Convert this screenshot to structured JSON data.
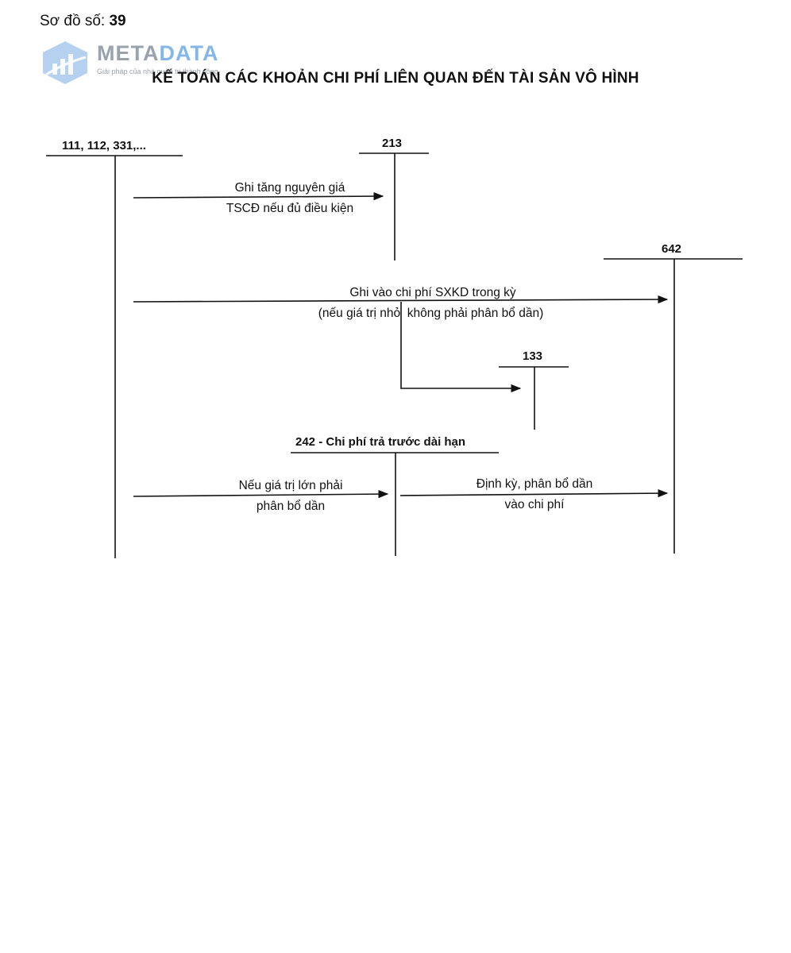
{
  "header": {
    "diagram_label": "Sơ đồ số:",
    "diagram_number": "39",
    "title": "KẾ TOÁN CÁC KHOẢN CHI PHÍ LIÊN QUAN ĐẾN TÀI SẢN VÔ HÌNH"
  },
  "watermark": {
    "name_grey": "META",
    "name_blue": "DATA",
    "tagline": "Giải pháp của nhà quản trị thành công",
    "colors": {
      "grey": "#9aa3ad",
      "blue": "#86b6e6"
    }
  },
  "accounts": {
    "a111": "111, 112, 331,...",
    "a213": "213",
    "a642": "642",
    "a133": "133",
    "a242": "242 - Chi phí trả trước dài hạn"
  },
  "flows": {
    "f1_line1": "Ghi tăng nguyên giá",
    "f1_line2": "TSCĐ nếu đủ điều kiện",
    "f2_line1": "Ghi vào chi phí SXKD trong kỳ",
    "f2_line2": "(nếu giá trị nhỏ  không phải phân bổ dần)",
    "f3_line1": "Nếu giá trị lớn phải",
    "f3_line2": "phân bổ dần",
    "f4_line1": "Định kỳ, phân bổ dần",
    "f4_line2": "vào chi phí"
  }
}
